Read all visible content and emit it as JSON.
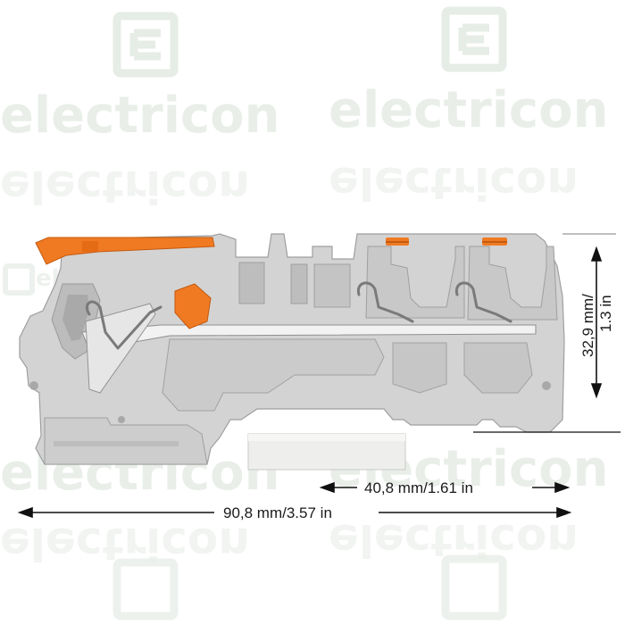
{
  "watermark": {
    "brand_text": "electricon",
    "color": "#e9eee9"
  },
  "product": {
    "housing_color": "#d3d3d3",
    "housing_shadow_color": "#a9a9a9",
    "lever_color": "#f07a22",
    "spring_color": "#8a8a8a",
    "rail_color": "#eeeeec"
  },
  "dimensions": {
    "height_label_line1": "32,9 mm/",
    "height_label_line2": "1.3 in",
    "partial_width_label": "40,8 mm/1.61 in",
    "total_width_label": "90,8 mm/3.57 in"
  }
}
